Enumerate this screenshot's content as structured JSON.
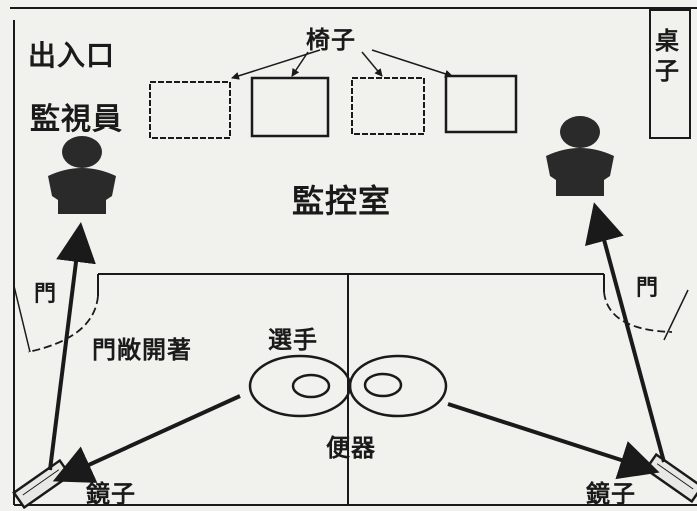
{
  "labels": {
    "entrance": "出入口",
    "chairs": "椅子",
    "table": "桌子",
    "monitors": "監視員",
    "control_room": "監控室",
    "door_left": "門",
    "door_right": "門",
    "door_note": "門敞開著",
    "player": "選手",
    "toilet": "便器",
    "mirror_left": "鏡子",
    "mirror_right": "鏡子"
  },
  "icons": {
    "person": "person-silhouette-icon",
    "mirror": "mirror-icon",
    "toilet": "toilet-icon"
  },
  "colors": {
    "ink": "#1a1a1a",
    "paper": "#f1f1ee"
  }
}
